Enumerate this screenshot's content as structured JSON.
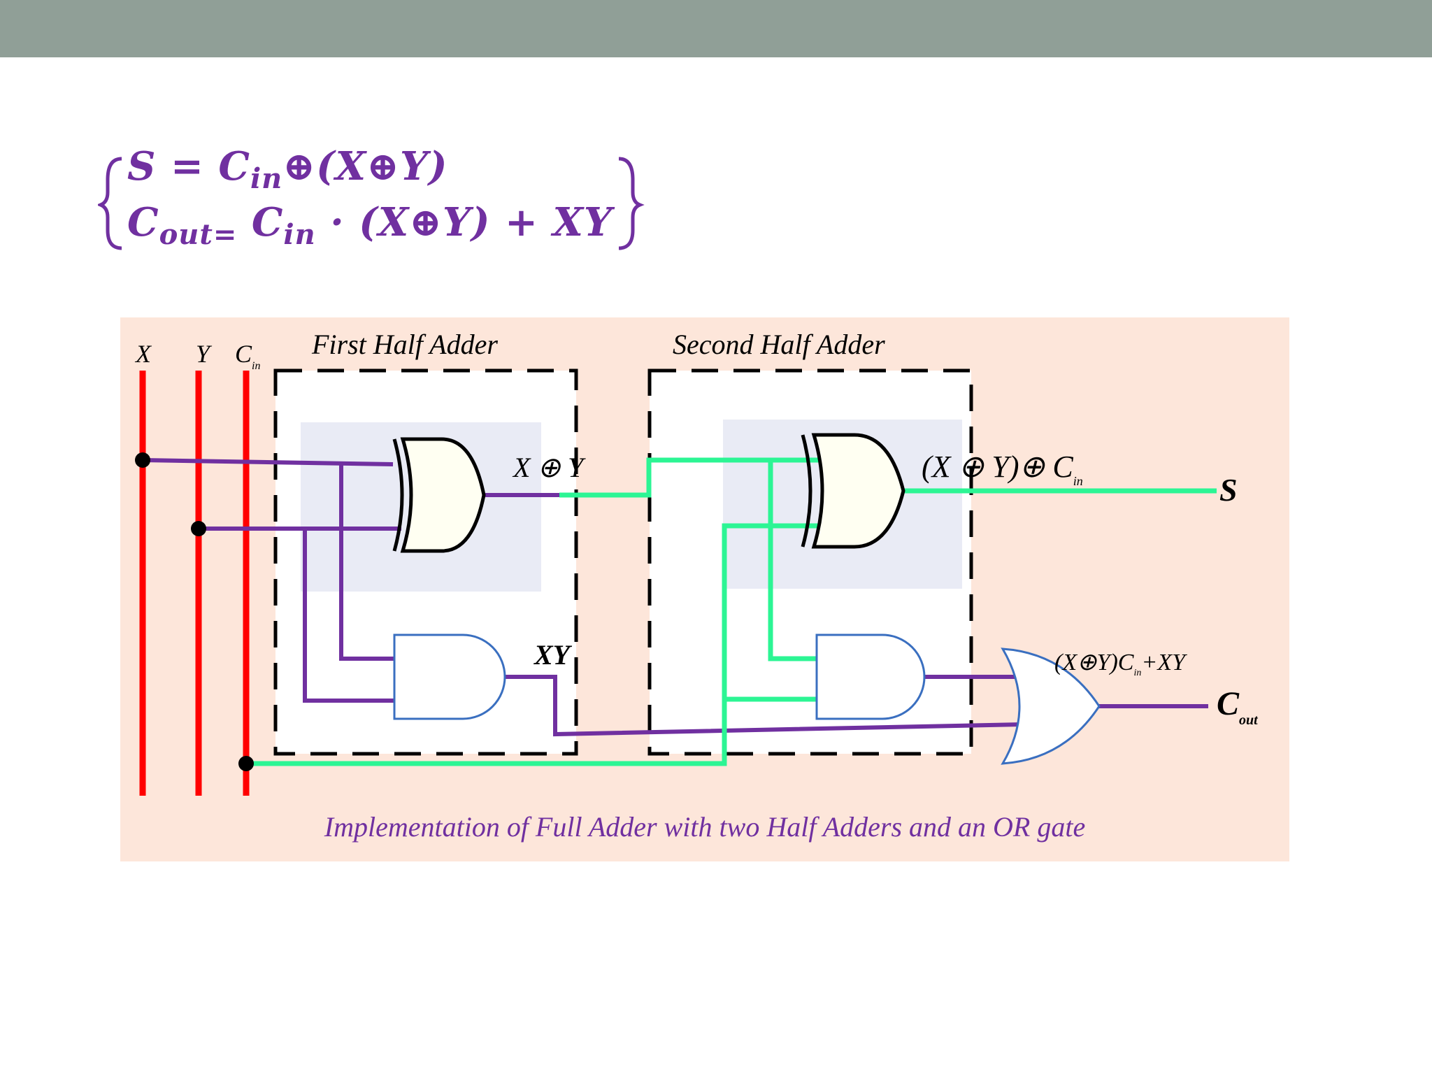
{
  "slide": {
    "header_color": "#909f97"
  },
  "equations": {
    "line1": {
      "lhs": "S",
      "eq": " = ",
      "cin": "C",
      "cin_sub": "in",
      "rest": "⊕(X⊕Y)"
    },
    "line2": {
      "lhs": "C",
      "lhs_sub": "out=",
      "cin": " C",
      "cin_sub": "in",
      "rest": " · (X⊕Y) + XY"
    }
  },
  "diagram": {
    "input_x": "X",
    "input_y": "Y",
    "input_cin": "C",
    "input_cin_sub": "in",
    "first_half_adder": "First Half Adder",
    "second_half_adder": "Second  Half Adder",
    "xor1_out": "X ⊕ Y",
    "and1_out": "XY",
    "xor2_out": "(X ⊕ Y)⊕ C",
    "xor2_out_sub": "in",
    "sum_out": "S",
    "or_in_label": "(X⊕Y)C",
    "or_in_label_sub": "in",
    "or_in_label_tail": "+XY",
    "carry_out": "C",
    "carry_out_sub": "out",
    "caption": "Implementation of Full Adder with two Half Adders and an OR gate",
    "colors": {
      "input_line": "#ff0000",
      "purple_wire": "#7030a0",
      "green_wire": "#2cf594",
      "gate_stroke_and_or": "#3a6fc0",
      "gate_stroke_xor": "#000000",
      "panel_bg": "#fde6da",
      "caption_color": "#7030a0"
    }
  }
}
